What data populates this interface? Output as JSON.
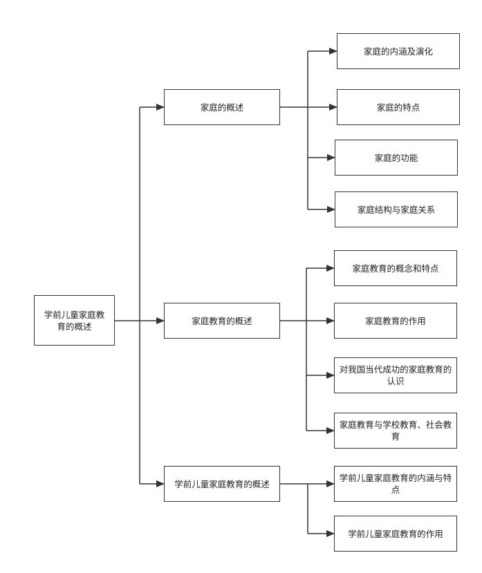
{
  "root": {
    "label": "学前儿童家庭教育的概述"
  },
  "branches": [
    {
      "label": "家庭的概述",
      "children": [
        "家庭的内涵及演化",
        "家庭的特点",
        "家庭的功能",
        "家庭结构与家庭关系"
      ]
    },
    {
      "label": "家庭教育的概述",
      "children": [
        "家庭教育的概念和特点",
        "家庭教育的作用",
        "对我国当代成功的家庭教育的认识",
        "家庭教育与学校教育、社会教育"
      ]
    },
    {
      "label": "学前儿童家庭教育的概述",
      "children": [
        "学前儿童家庭教育的内涵与特点",
        "学前儿童家庭教育的作用"
      ]
    }
  ],
  "colors": {
    "line": "#333333",
    "border": "#333333",
    "background": "#ffffff"
  }
}
